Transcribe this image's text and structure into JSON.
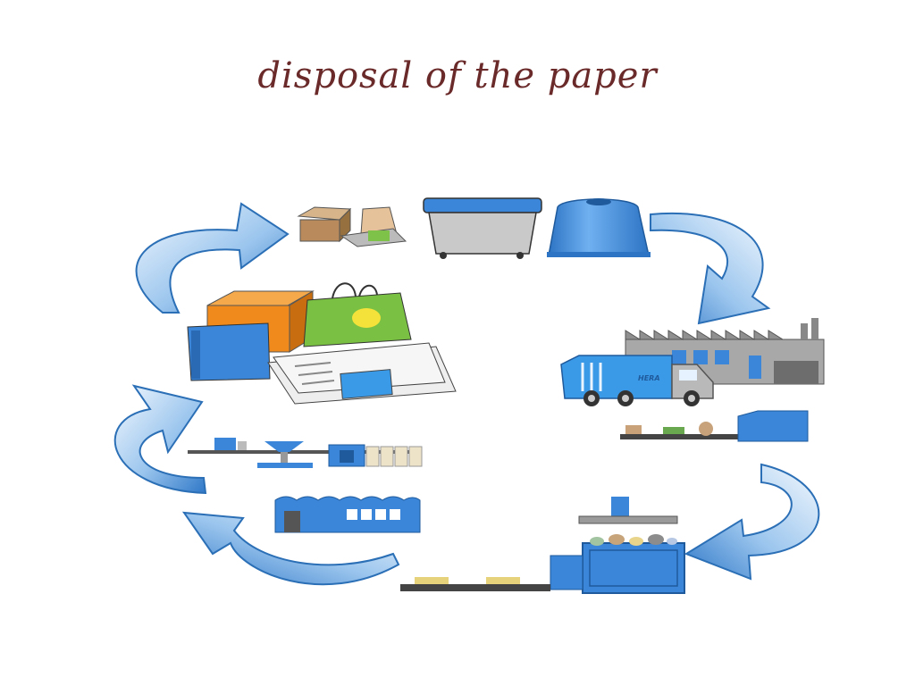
{
  "slide": {
    "title": "disposal of the paper"
  },
  "colors": {
    "title": "#6b2a2a",
    "arrow_light": "#eaf3fc",
    "arrow_dark": "#2f78c8",
    "equipment_blue": "#3b86d8",
    "building_gray": "#a8a8a8",
    "box_orange": "#f08a1c",
    "bag_green": "#7ac143"
  },
  "diagram": {
    "stages": [
      {
        "id": "used-paper",
        "icon": "paper-products-icon"
      },
      {
        "id": "collection-bins",
        "icon": "recycling-bins-icon"
      },
      {
        "id": "transport-sorting",
        "icon": "truck-factory-icon"
      },
      {
        "id": "pulping",
        "icon": "pulping-machine-icon"
      },
      {
        "id": "paper-mill",
        "icon": "paper-mill-icon"
      }
    ],
    "truck_logo_text": "HERA"
  }
}
